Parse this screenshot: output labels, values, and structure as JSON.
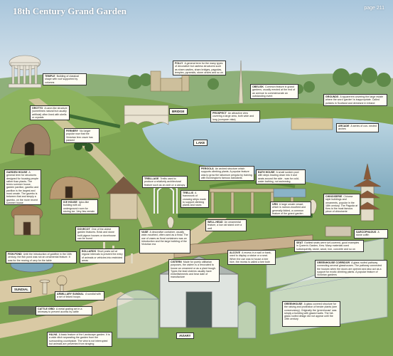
{
  "header": {
    "title": "18th Century Grand Garden",
    "page_number": "page 211"
  },
  "labels": {
    "temple": {
      "name": "TEMPLE",
      "desc": "Building of classical shape with roof supported by columns"
    },
    "folly": {
      "name": "FOLLY",
      "desc": "A general term for the many types of decorative but useless structures such as sham castles, sham bridges, pagodas, temples, pyramids, stone circles and so on"
    },
    "obelisk": {
      "name": "OBELISK",
      "desc": "Common feature in grand gardens, usually erected at the end of an avenue to commemorate an outstanding event"
    },
    "grotto": {
      "name": "GROTTO",
      "desc": "A cave-like structure (sometimes natural but usually artificial) often lined with shells or crystals"
    },
    "grounds": {
      "name": "GROUNDS",
      "desc": "A squarerem covering the large estate where the word 'garden' is inappropriate. Called policies in Scotland and demesne in Ireland"
    },
    "bridge": {
      "name": "BRIDGE",
      "desc": ""
    },
    "prospect": {
      "name": "PROSPECT",
      "desc": "An attractive view covering a large area, both wide and long (compare vista)"
    },
    "fernery": {
      "name": "FERNERY",
      "desc": "No longer popular now that the Victorian fern craze has passed"
    },
    "arcade": {
      "name": "ARCADE",
      "desc": "A series of con- nected arches"
    },
    "lake": {
      "name": "LAKE",
      "desc": ""
    },
    "garden_house": {
      "name": "GARDEN HOUSE",
      "desc": "A general term for structures designed for housing people rather than plants. The terms summer house, garden pavilion, gazebo and pavilion is the largest and most ornate. The gazebo is between that and simply a gazebo, on the more recent summer house"
    },
    "pergola": {
      "name": "PERGOLA",
      "desc": "An arched structure which supports climbing plants. A popular feature was to grow the laburnum pergola by training with Bonnington's famous standards"
    },
    "bath_house": {
      "name": "BATH HOUSE",
      "desc": "A small sunken pool with steps leading down into it and seats around the side - was for cold-water bathing, not swimming"
    },
    "treillage": {
      "name": "TREILLAGE",
      "desc": "Trellis used to produce a relatively architectural feature such as an arch or a canopy"
    },
    "trellis": {
      "name": "TRELLIS",
      "desc": "A framework of crossing strips made to support climbing plants and roses"
    },
    "ice_house": {
      "name": "ICE HOUSE",
      "desc": "Igloo-like building with an underground room for storing ice. Very few remain"
    },
    "chinoiserie": {
      "name": "CHINOISERIE",
      "desc": "Chinese style buildings and ornaments, popular in the 18th century. The Pagoda at Kew is the most famous piece of chinoiserie"
    },
    "urn": {
      "name": "URN",
      "desc": "A large ornate vessel, which is narrow-mouthed and generally lidded, a common feature of the grand garden"
    },
    "well_head": {
      "name": "WELL-HEAD",
      "desc": "An ornamental feature, a low old stand over a well"
    },
    "dovecot": {
      "name": "DOVECOT",
      "desc": "One of the oldest garden features. Brick and stone built pigeon houses or dovehouse can be found"
    },
    "sarcophagus": {
      "name": "SARCOPHAGUS",
      "desc": "A stone coffin"
    },
    "vase": {
      "name": "VASE",
      "desc": "A decorative container, usually wide-mouthed, often used as a finial. The use of vases as floral containers was an introduction and the large building of the Victorian era"
    },
    "seat": {
      "name": "SEAT",
      "desc": "Earliest seats were turf-covered, good examples in Queen's Garden, Kew. Many materials used subsequently, stone, wood, iron, concrete and so on"
    },
    "fish_pond": {
      "name": "FISH-POND",
      "desc": "Until the introduction of goldfish in the 18th century, the fish pond was not an ornamental feature. It was for the rearing of carp for the table"
    },
    "bollards": {
      "name": "BOLLARDS",
      "desc": "Short posts set at regular intervals to prevent the entry of animals or vehicles into restricted areas"
    },
    "alcove": {
      "name": "ALCOVE",
      "desc": "A recess in a wall or bank, used to display a statue or a seat. When the use was to house a bee hive, the recess is called a bee bole"
    },
    "cistern": {
      "name": "CISTERN",
      "desc": "Made for purely utilitarian purposes, the cistern is a renovated to house an ornament or as a plant trough. Types the lead cisterns usually have embellishments and bear date of manufacture"
    },
    "greenhouse_corridor": {
      "name": "GREENHOUSE CORRIDOR",
      "desc": "A glass roofed pathway connecting several glasshouses. The pathway connected the houses when the doors are opened and also act as a support for exotic climbing plants. A popular feature of Victorian gardens"
    },
    "sundial": {
      "name": "SUNDIAL",
      "desc": ""
    },
    "armillary_sundial": {
      "name": "ARMILLARY SUNDIAL",
      "desc": "A sundial with a set of linked hoops"
    },
    "greenhouse": {
      "name": "GREENHOUSE",
      "desc": "A glass covered structure for the raising and protection of tender plants (see conservatory). Originally the 'greenhouse' was simply a building with glazed walls. The full-glass roofed design did not appear until the 19th century"
    },
    "cattle_grid": {
      "name": "CATTLE GRID",
      "desc": "A metal grating set in a driveway to prevent access by cattle"
    },
    "ha_ha": {
      "name": "HA-HA",
      "desc": "A basic feature of the Landscape garden. It is a wide ditch separating the garden from the surrounding countryside. The view is not interrupted but animals are prevented from straying"
    },
    "aviary": {
      "name": "AVIARY",
      "desc": ""
    }
  }
}
